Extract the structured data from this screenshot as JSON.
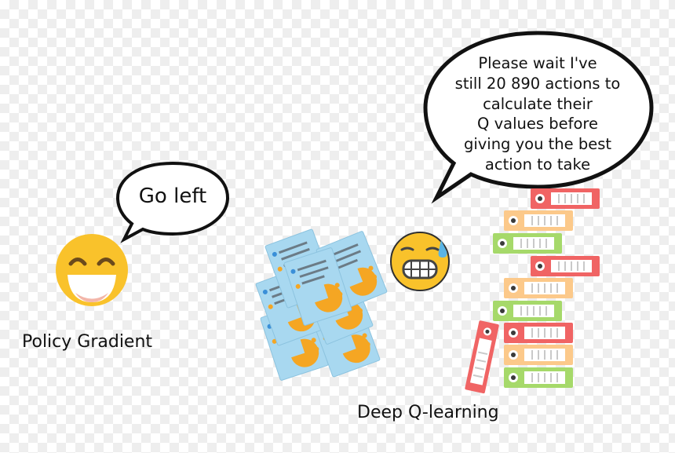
{
  "policy": {
    "label": "Policy Gradient",
    "speech": "Go left",
    "face": "grinning-face-icon"
  },
  "dqn": {
    "label": "Deep Q-learning",
    "speech_lines": [
      "Please wait I've",
      "still 20 890  actions to",
      "calculate their",
      "Q values before",
      "giving you the best",
      "action to take"
    ],
    "face": "anxious-face-icon"
  },
  "colors": {
    "emoji_yellow": "#f9c22b",
    "binder_red": "#f06464",
    "binder_orange": "#fcc98a",
    "binder_green": "#a6d96a",
    "paper_blue": "#a8d8f0",
    "paper_orange": "#f5a623"
  }
}
